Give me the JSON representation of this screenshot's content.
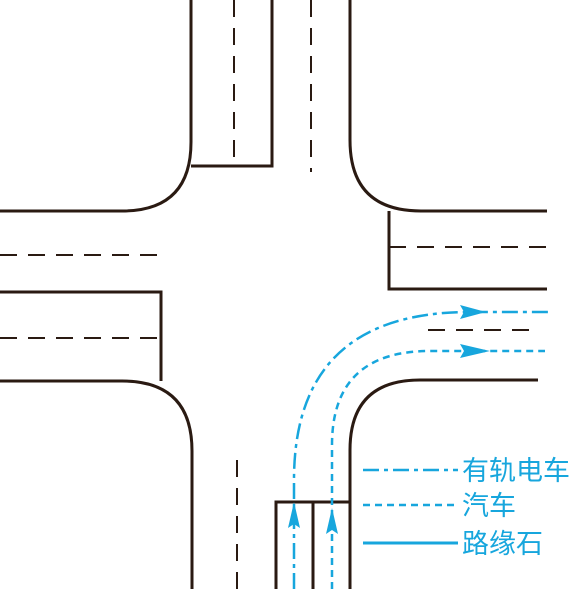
{
  "colors": {
    "curb": "#2a1a12",
    "route": "#17a6dd",
    "background": "#ffffff"
  },
  "legend": {
    "tram_label": "有轨电车",
    "car_label": "汽车",
    "curb_label": "路缘石"
  }
}
